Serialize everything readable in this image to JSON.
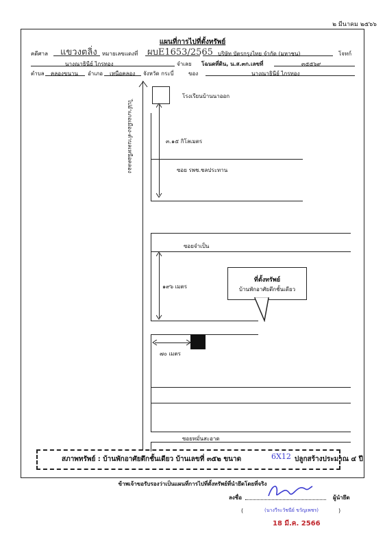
{
  "date_top": "๒ มีนาคม ๒๕๖๖",
  "title": "แผนที่การไปที่ตั้งทรัพย์",
  "header": {
    "court_label": "คดีศาล",
    "court_value": "แขวงตลิ่ง",
    "case_label": "หมายเลขแดงที่",
    "case_value": "ผบE1653/2565",
    "plaintiff": "บริษัท บัตรกรุงไทย จำกัด (มหาชน)",
    "plaintiff_role": "โจทก์",
    "defendant": "นางณาธินีย์ ไกรทอง",
    "defendant_role": "จำเลย",
    "deed_label": "โฉนดที่ดิน, น.ส.๓ก.เลขที่",
    "deed_value": "๓๕๕๖๙",
    "subdistrict_label": "ตำบล",
    "subdistrict_value": "คลองขนาน",
    "district_label": "อำเภอ",
    "district_value": "เหนือคลอง",
    "province_label": "จังหวัด กระบี่",
    "owner_label": "ของ",
    "owner_value": "นางณาธินีย์ ไกรทอง"
  },
  "map": {
    "road_label": "ไปอำเภอเมือง-ตำบลเหนือคลอง",
    "school_label": "โรงเรียนบ้านนาออก",
    "dist1_label": "๓.๑๕ กิโลเมตร",
    "soi1_label": "ซอย รพช.ชลประทาน",
    "soi2_label": "ซอยจำเป็น",
    "dist2_label": "๑๙๖ เมตร",
    "callout_line1": "ที่ตั้งทรัพย์",
    "callout_line2": "บ้านพักอาศัยตึกชั้นเดียว",
    "dist3_label": "๗๐ เมตร",
    "soi3_label": "ซอยหมั่นสะอาด"
  },
  "status": {
    "prefix": "สภาพทรัพย์ : บ้านพักอาศัยตึกชั้นเดียว บ้านเลขที่ ๓๕๒ ขนาด",
    "size": "6X12",
    "suffix": "ปลูกสร้างประมาณ ๔ ปี"
  },
  "certify": "ข้าพเจ้าขอรับรองว่าเป็นแผนที่การไปที่ตั้งทรัพย์ที่นำยึดโดยที่จริง",
  "sign_label": "ลงชื่อ",
  "sign_role": "ผู้นำยึด",
  "signer_name": "(นางวีระวัชนีย์ ขวัญเพชร)",
  "stamp_date": "18 มี.ค. 2566",
  "colors": {
    "stamp": "#c0272d",
    "signature": "#3b3bd0"
  }
}
